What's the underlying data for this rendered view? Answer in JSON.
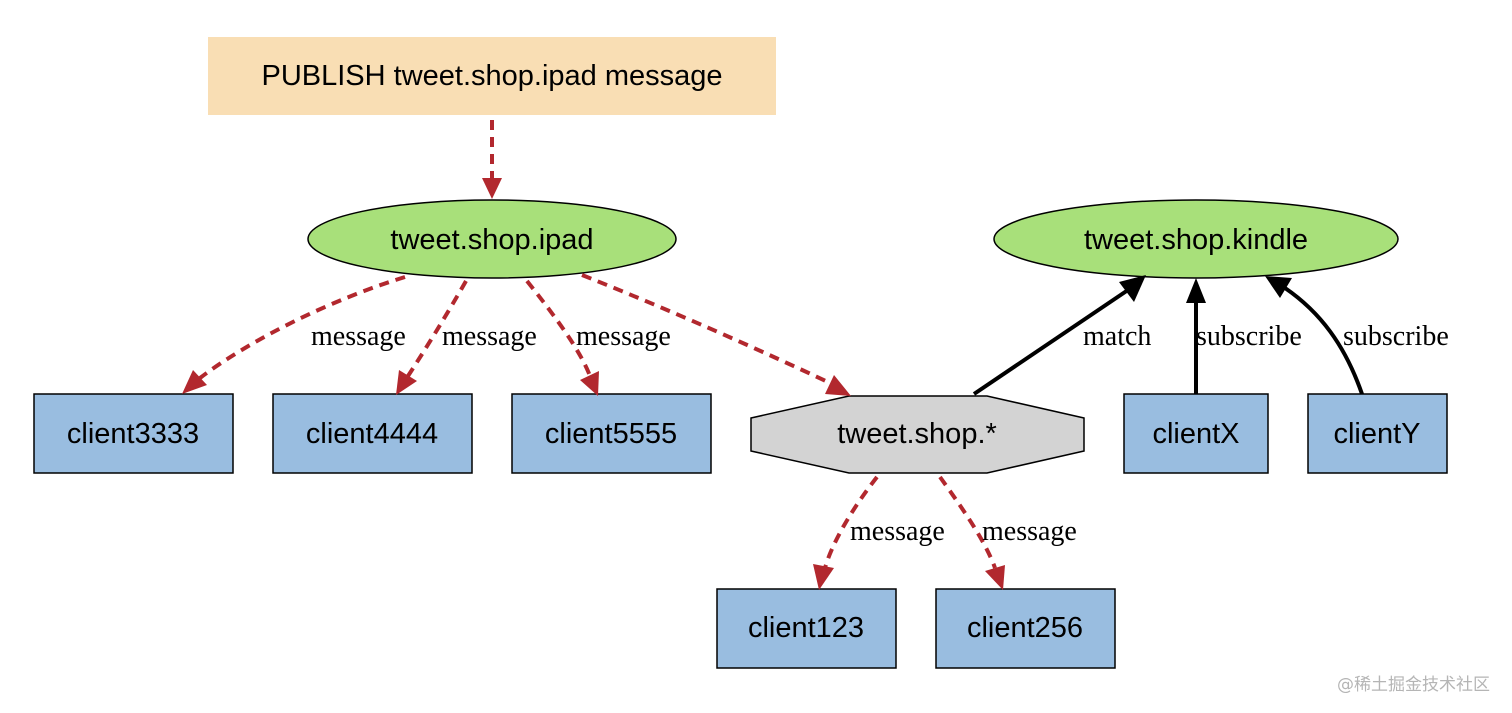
{
  "colors": {
    "publish_fill": "#f9deb4",
    "channel_fill": "#a8e07a",
    "pattern_fill": "#d3d3d3",
    "client_fill": "#99bde0",
    "message_edge": "#b2282e",
    "subscribe_edge": "#000000",
    "outline": "#000000"
  },
  "nodes": {
    "publish": "PUBLISH tweet.shop.ipad message",
    "channel_ipad": "tweet.shop.ipad",
    "channel_kindle": "tweet.shop.kindle",
    "pattern": "tweet.shop.*",
    "client3333": "client3333",
    "client4444": "client4444",
    "client5555": "client5555",
    "clientX": "clientX",
    "clientY": "clientY",
    "client123": "client123",
    "client256": "client256"
  },
  "edges": {
    "ipad_to_3333": "message",
    "ipad_to_4444": "message",
    "ipad_to_5555": "message",
    "pattern_to_123": "message",
    "pattern_to_256": "message",
    "pattern_to_kindle": "match",
    "clientX_to_kindle": "subscribe",
    "clientY_to_kindle": "subscribe"
  },
  "watermark": "@稀土掘金技术社区"
}
